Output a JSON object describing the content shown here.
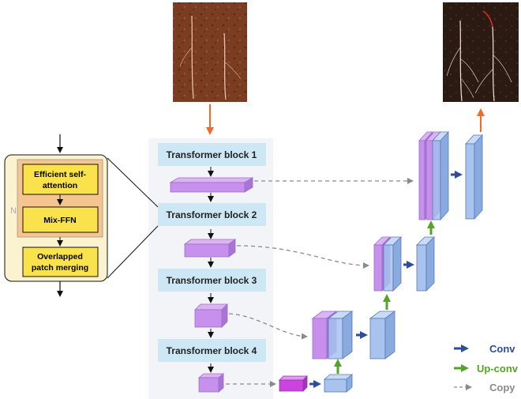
{
  "blocks": [
    "Transformer block 1",
    "Transformer block 2",
    "Transformer block 3",
    "Transformer block 4"
  ],
  "detail": {
    "repeat_label": "N",
    "attention_line1": "Efficient self-",
    "attention_line2": "attention",
    "ffn": "Mix-FFN",
    "merge_line1": "Overlapped",
    "merge_line2": "patch merging"
  },
  "legend": {
    "conv": "Conv",
    "upconv": "Up-conv",
    "copy": "Copy"
  },
  "colors": {
    "block_fill": "#cde8f4",
    "detail_outer": "#fbf3cf",
    "detail_inner": "#f6c48f",
    "detail_box": "#f9e24b",
    "encoder_feature": "#c690ec",
    "decoder_blue": "#a7c3ee",
    "decoder_purple": "#c690ec",
    "conv_arrow": "#2f4b9b",
    "upconv_arrow": "#56a22a",
    "copy_arrow": "#8a8a8a",
    "output_arrow": "#f06a2c"
  }
}
